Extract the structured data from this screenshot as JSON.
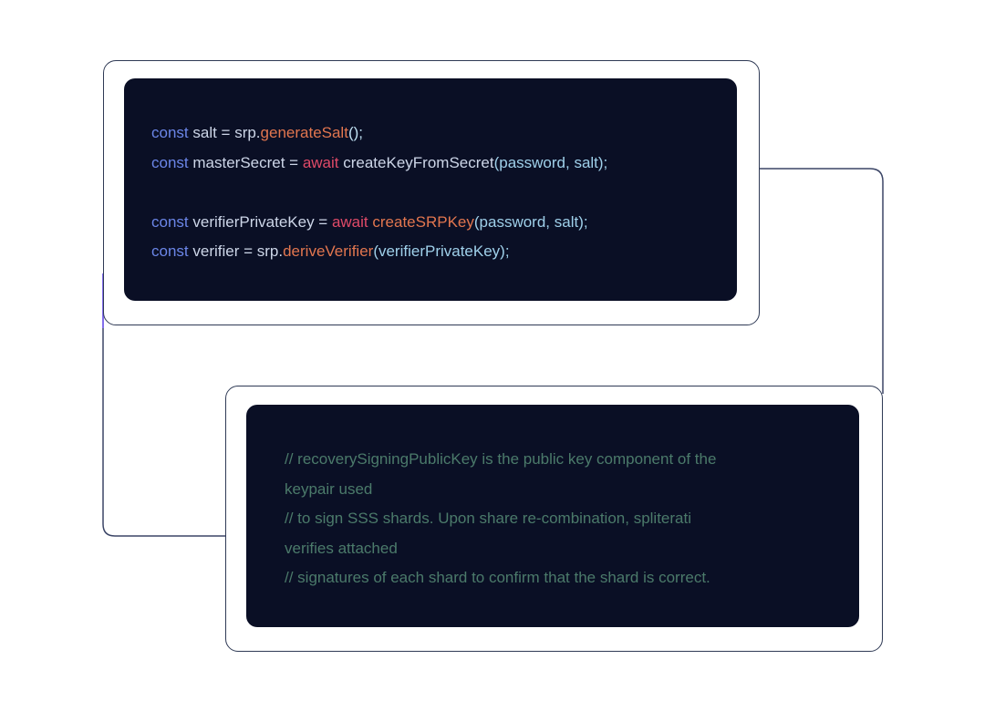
{
  "colors": {
    "code_background": "#0a0f25",
    "card_border": "#2f3a55",
    "connector_line": "#3b4566",
    "connector_accent": "#7b5cff",
    "keyword": "#6b86e8",
    "function": "#e2764f",
    "await": "#e04a68",
    "comment": "#4b7a6a"
  },
  "top_snippet": {
    "lines": [
      {
        "tokens": [
          {
            "text": "const",
            "kind": "kw"
          },
          {
            "text": " salt = srp.",
            "kind": "id"
          },
          {
            "text": "generateSalt",
            "kind": "fn"
          },
          {
            "text": "();",
            "kind": "par"
          }
        ]
      },
      {
        "tokens": [
          {
            "text": "const",
            "kind": "kw"
          },
          {
            "text": " masterSecret = ",
            "kind": "id"
          },
          {
            "text": "await",
            "kind": "await"
          },
          {
            "text": " createKeyFromSecret",
            "kind": "id"
          },
          {
            "text": "(password, salt);",
            "kind": "arg"
          }
        ]
      },
      {
        "tokens": []
      },
      {
        "tokens": [
          {
            "text": "const",
            "kind": "kw"
          },
          {
            "text": " verifierPrivateKey = ",
            "kind": "id"
          },
          {
            "text": "await",
            "kind": "await"
          },
          {
            "text": " ",
            "kind": "id"
          },
          {
            "text": "createSRPKey",
            "kind": "fn"
          },
          {
            "text": "(password, salt);",
            "kind": "arg"
          }
        ]
      },
      {
        "tokens": [
          {
            "text": "const",
            "kind": "kw"
          },
          {
            "text": " verifier = srp.",
            "kind": "id"
          },
          {
            "text": "deriveVerifier",
            "kind": "fn"
          },
          {
            "text": "(verifierPrivateKey);",
            "kind": "arg"
          }
        ]
      }
    ]
  },
  "bottom_snippet": {
    "lines": [
      "// recoverySigningPublicKey is the public key component of the",
      "keypair used",
      "// to sign SSS shards. Upon share re-combination, spliterati",
      "verifies attached",
      "// signatures of each shard to confirm that the shard is correct."
    ]
  }
}
